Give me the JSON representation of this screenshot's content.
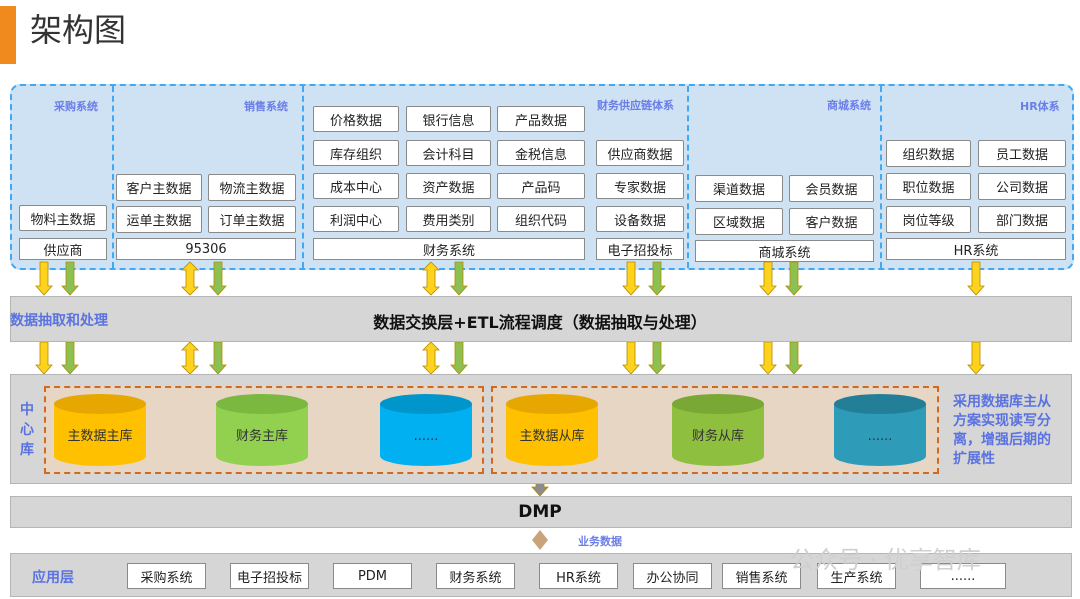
{
  "title": "架构图",
  "sections": {
    "caigou": {
      "title": "采购系统",
      "items": [
        "物料主数据",
        "供应商"
      ]
    },
    "xiaoshou": {
      "title": "销售系统",
      "items": [
        "客户主数据",
        "物流主数据",
        "运单主数据",
        "订单主数据"
      ],
      "system": "95306"
    },
    "caiwu": {
      "title": "财务供应链体系",
      "items": [
        "价格数据",
        "银行信息",
        "产品数据",
        "库存组织",
        "会计科目",
        "金税信息",
        "成本中心",
        "资产数据",
        "产品码",
        "利润中心",
        "费用类别",
        "组织代码"
      ],
      "system": "财务系统",
      "supply_items": [
        "供应商数据",
        "专家数据",
        "设备数据"
      ],
      "supply_system": "电子招投标"
    },
    "shangcheng": {
      "title": "商城系统",
      "items": [
        "渠道数据",
        "会员数据",
        "区域数据",
        "客户数据"
      ],
      "system": "商城系统"
    },
    "hr": {
      "title": "HR体系",
      "items": [
        "组织数据",
        "员工数据",
        "职位数据",
        "公司数据",
        "岗位等级",
        "部门数据"
      ],
      "system": "HR系统"
    }
  },
  "exchange_layer": {
    "side_label": "数据抽取和处理",
    "title": "数据交换层+ETL流程调度（数据抽取与处理）"
  },
  "center": {
    "label": "中心库",
    "master_dbs": [
      "主数据主库",
      "财务主库",
      "......"
    ],
    "slave_dbs": [
      "主数据从库",
      "财务从库",
      "......"
    ],
    "note": "采用数据库主从方案实现读写分离，增强后期的扩展性"
  },
  "dmp": {
    "title": "DMP",
    "link_label": "业务数据"
  },
  "app_layer": {
    "label": "应用层",
    "apps": [
      "采购系统",
      "电子招投标",
      "PDM",
      "财务系统",
      "HR系统",
      "办公协同",
      "销售系统",
      "生产系统",
      "......"
    ]
  },
  "watermark": "公众号 · 优享智库",
  "colors": {
    "accent_orange": "#f08a1e",
    "panel_blue": "#cfe2f3",
    "dashed_blue": "#3fa9f5",
    "arrow_yellow": "#ffd21e",
    "arrow_green": "#8cc152",
    "db_orange": "#ffc000",
    "db_green": "#92d050",
    "db_blue": "#00b0f0",
    "db_teal": "#2e9bb8",
    "label_blue": "#5a73e0"
  }
}
